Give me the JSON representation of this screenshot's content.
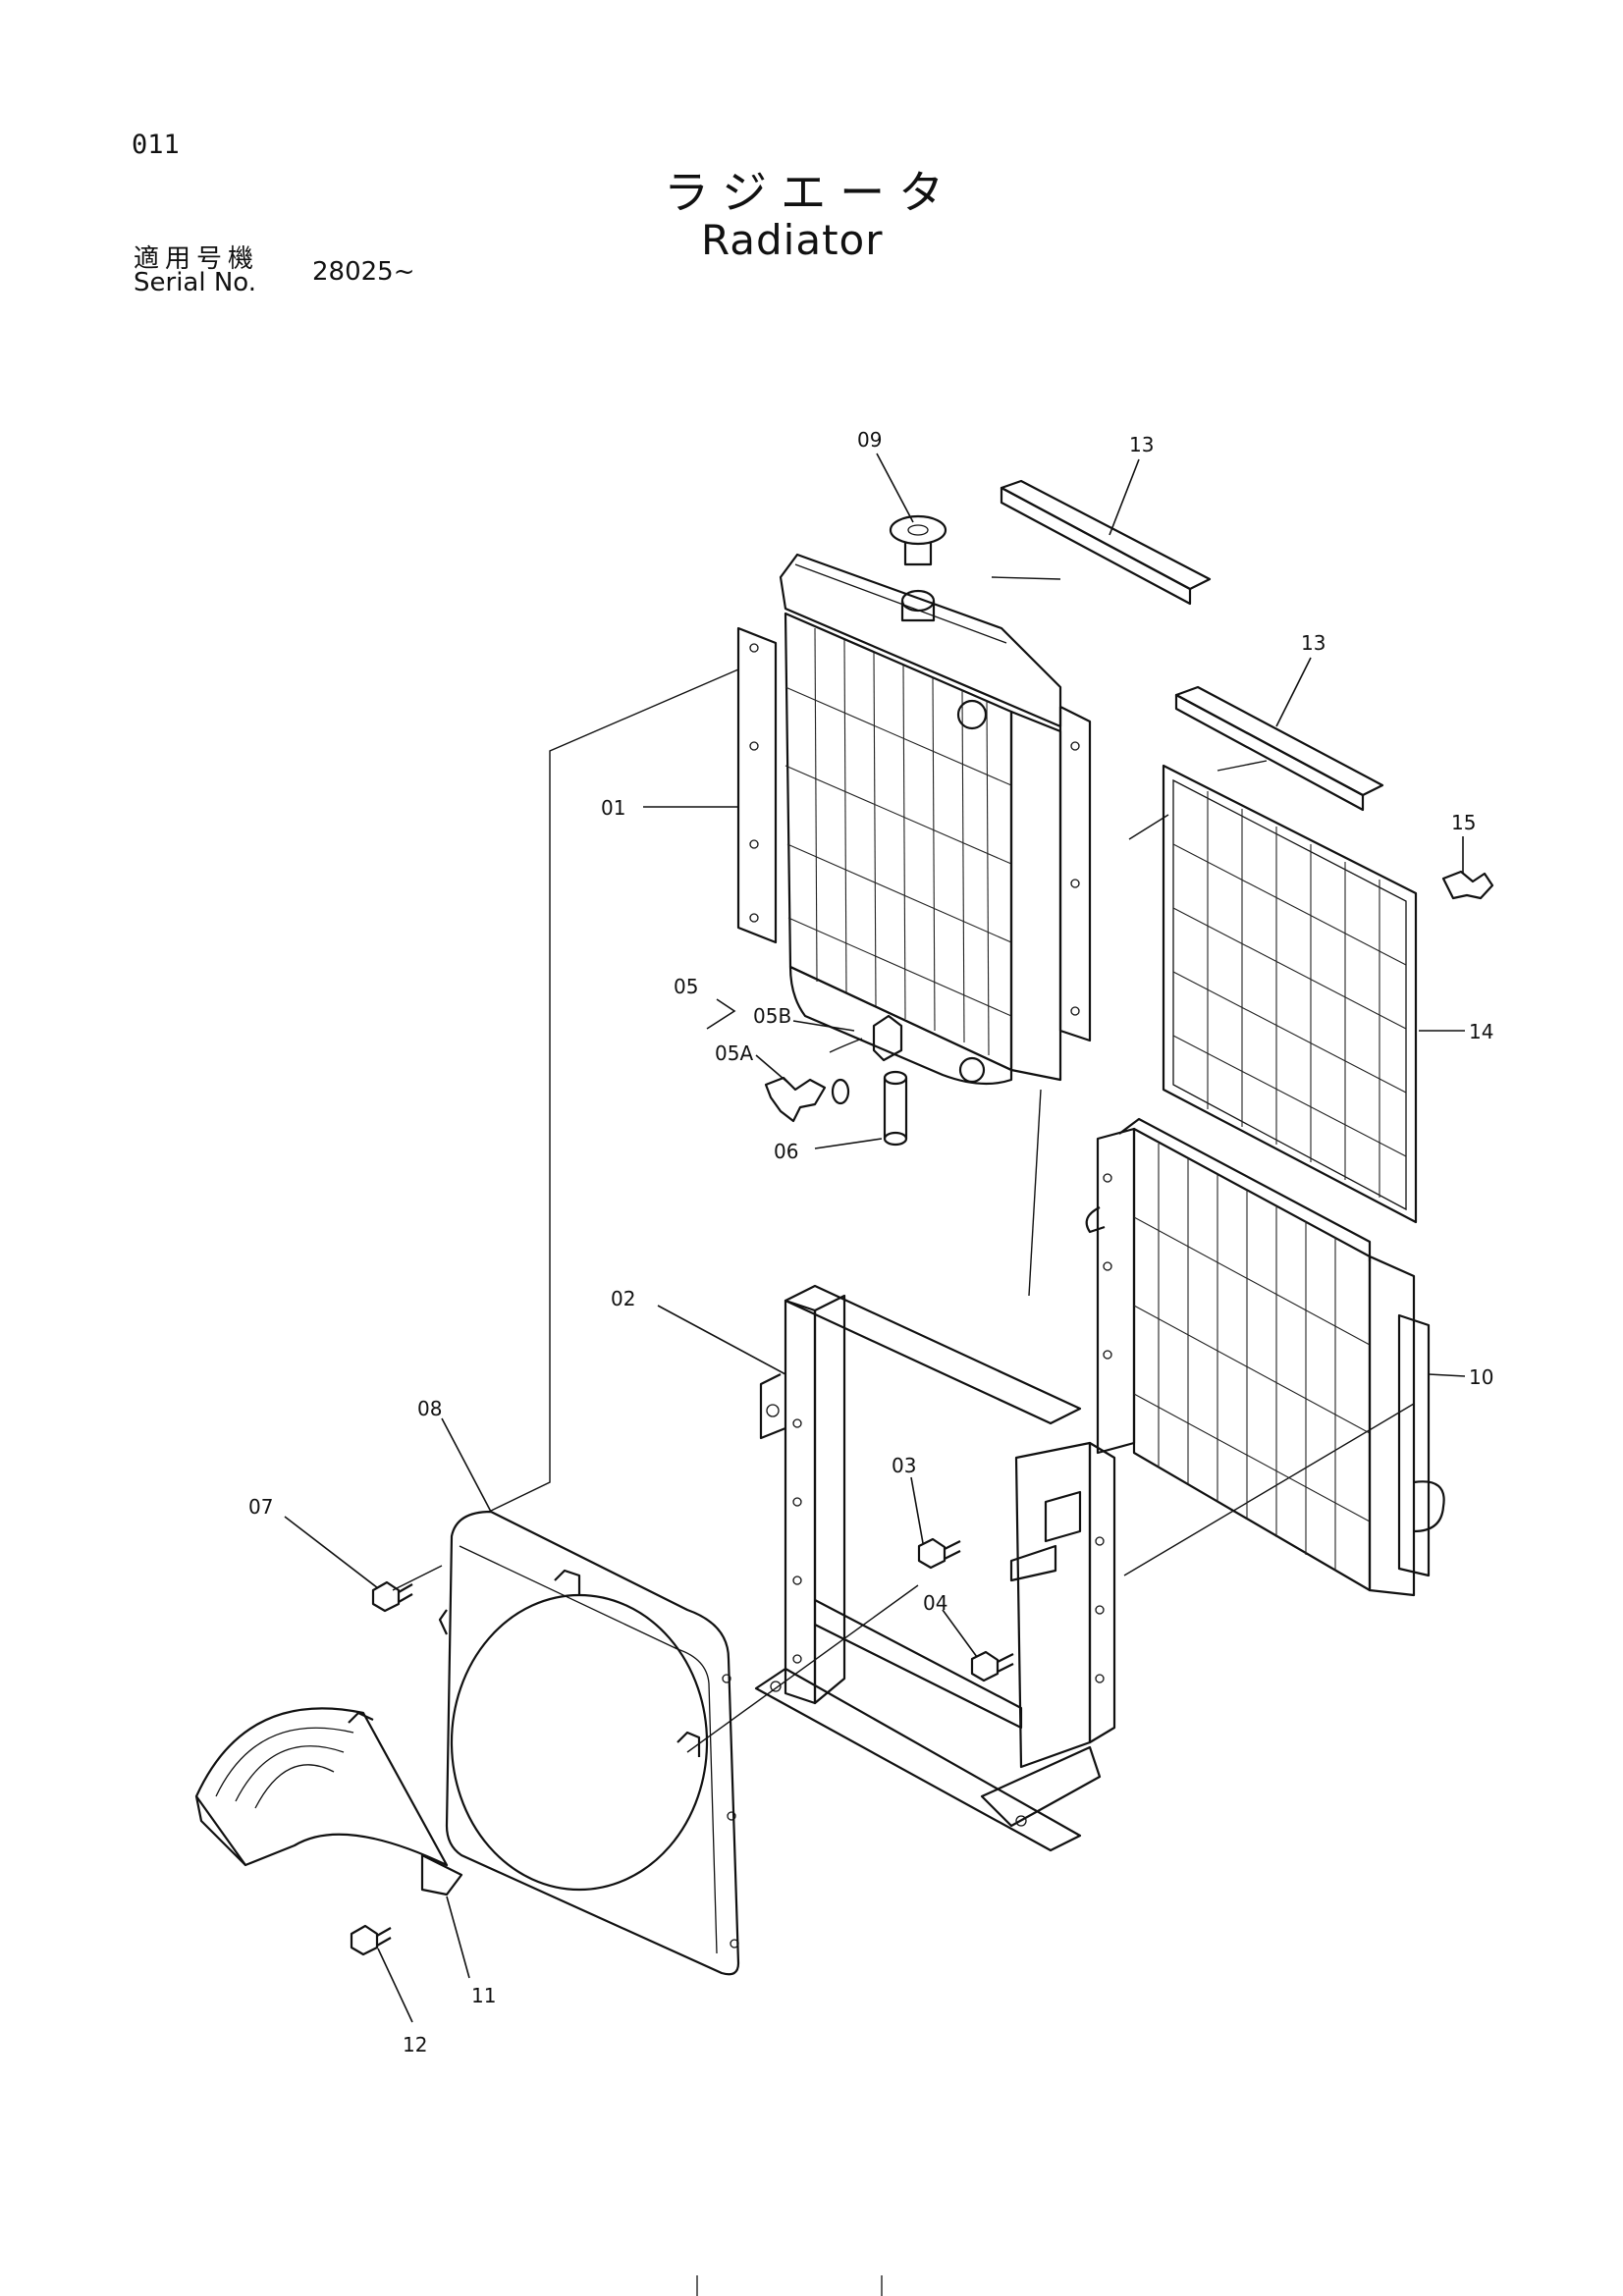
{
  "header": {
    "page_number": "011",
    "title_jp": "ラジエータ",
    "title_en": "Radiator",
    "serial_label_jp": "適用号機",
    "serial_label_en": "Serial No.",
    "serial_value": "28025~"
  },
  "callouts": [
    {
      "id": "01",
      "text": "01"
    },
    {
      "id": "02",
      "text": "02"
    },
    {
      "id": "03",
      "text": "03"
    },
    {
      "id": "04",
      "text": "04"
    },
    {
      "id": "05",
      "text": "05"
    },
    {
      "id": "05A",
      "text": "05A"
    },
    {
      "id": "05B",
      "text": "05B"
    },
    {
      "id": "06",
      "text": "06"
    },
    {
      "id": "07",
      "text": "07"
    },
    {
      "id": "08",
      "text": "08"
    },
    {
      "id": "09",
      "text": "09"
    },
    {
      "id": "10",
      "text": "10"
    },
    {
      "id": "11",
      "text": "11"
    },
    {
      "id": "12",
      "text": "12"
    },
    {
      "id": "13a",
      "text": "13"
    },
    {
      "id": "13b",
      "text": "13"
    },
    {
      "id": "14",
      "text": "14"
    },
    {
      "id": "15",
      "text": "15"
    }
  ]
}
